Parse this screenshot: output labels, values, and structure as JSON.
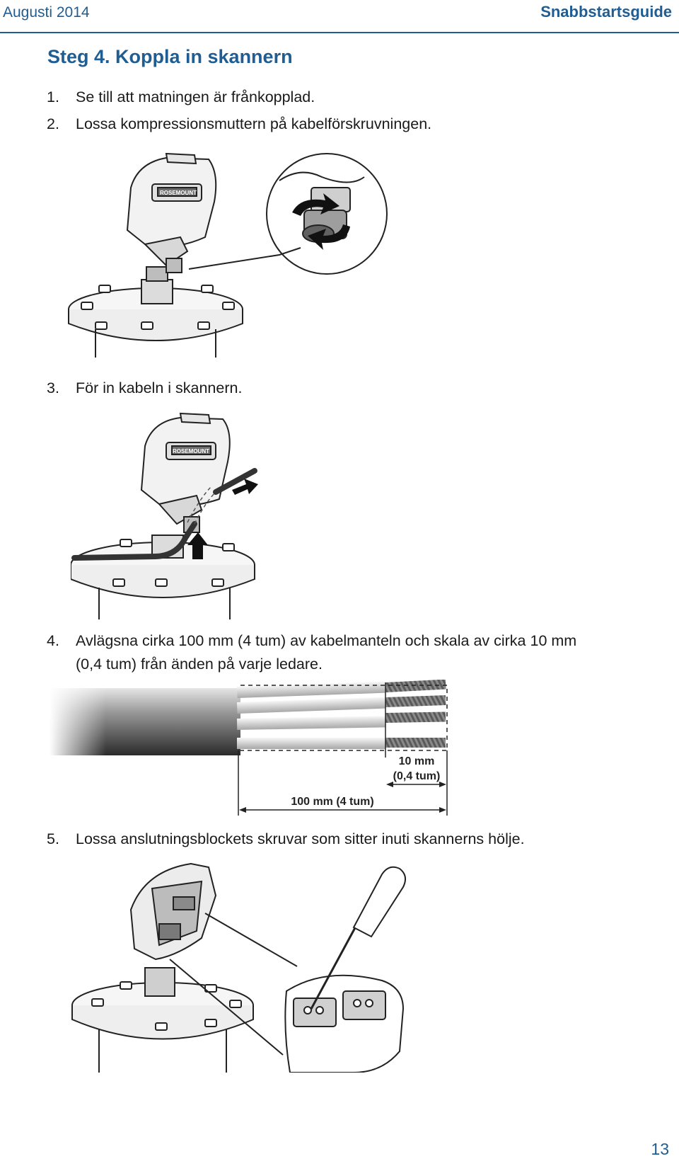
{
  "header": {
    "date": "Augusti 2014",
    "guide_title": "Snabbstartsguide"
  },
  "section": {
    "title": "Steg 4. Koppla in skannern"
  },
  "steps": [
    {
      "num": "1.",
      "text": "Se till att matningen är frånkopplad."
    },
    {
      "num": "2.",
      "text": "Lossa kompressionsmuttern på kabelförskruvningen."
    },
    {
      "num": "3.",
      "text": "För in kabeln i skannern."
    },
    {
      "num": "4.",
      "text": "Avlägsna cirka 100 mm (4 tum) av kabelmanteln och skala av cirka 10 mm",
      "text2": "(0,4 tum) från änden på varje ledare."
    },
    {
      "num": "5.",
      "text": "Lossa anslutningsblockets skruvar som sitter inuti skannerns hölje."
    }
  ],
  "figures": {
    "device_logo": "ROSEMOUNT",
    "cable_dim_small_line1": "10 mm",
    "cable_dim_small_line2": "(0,4 tum)",
    "cable_dim_large": "100 mm (4 tum)"
  },
  "footer": {
    "page_number": "13"
  },
  "colors": {
    "accent": "#1f5d92",
    "arrow": "#1a1a1a"
  }
}
